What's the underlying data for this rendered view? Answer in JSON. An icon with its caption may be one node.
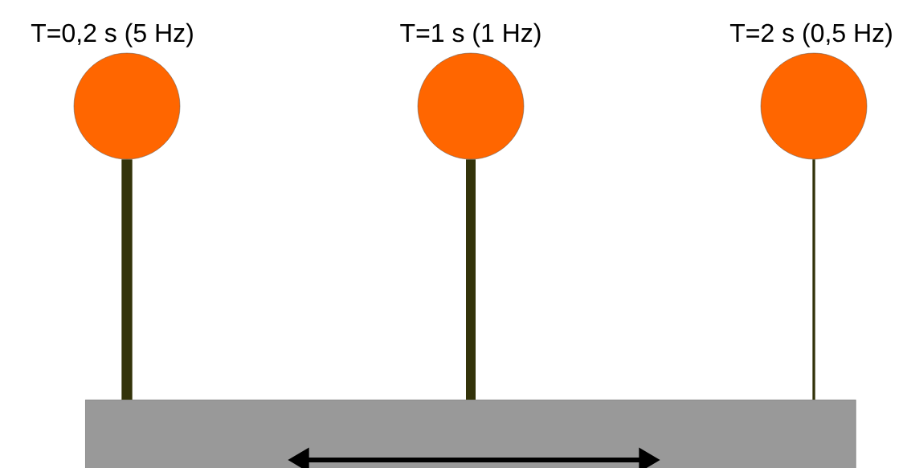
{
  "diagram": {
    "nodes": [
      {
        "text": [
          "T=0,2 s (5 Hz)"
        ]
      },
      {
        "text": [
          "T=1 s (1 Hz)"
        ]
      },
      {
        "text": [
          "T=2 s (0,5 Hz)"
        ]
      },
      {
        "text": [],
        "shape": "box"
      }
    ],
    "edges": [
      {
        "from": 0,
        "to": 3,
        "arrow": "none"
      },
      {
        "from": 1,
        "to": 3,
        "arrow": "none"
      },
      {
        "from": 2,
        "to": 3,
        "arrow": "none"
      }
    ]
  }
}
